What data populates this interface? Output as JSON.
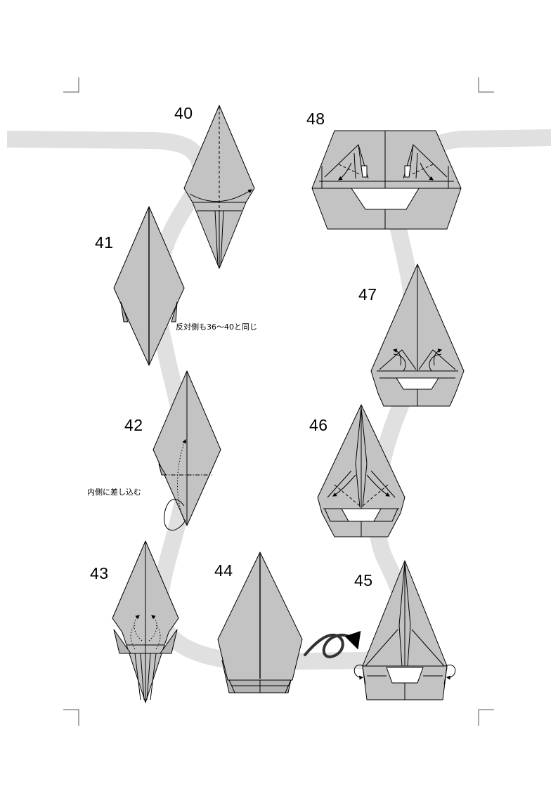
{
  "steps": [
    {
      "id": "40",
      "label": "40"
    },
    {
      "id": "41",
      "label": "41"
    },
    {
      "id": "42",
      "label": "42"
    },
    {
      "id": "43",
      "label": "43"
    },
    {
      "id": "44",
      "label": "44"
    },
    {
      "id": "45",
      "label": "45"
    },
    {
      "id": "46",
      "label": "46"
    },
    {
      "id": "47",
      "label": "47"
    },
    {
      "id": "48",
      "label": "48"
    }
  ],
  "notes": {
    "repeat_other_side": "反対側も36～40と同じ",
    "tuck_inside": "内側に差し込む"
  },
  "colors": {
    "paper": "#c3c3c3",
    "path_band": "#e0e0e0",
    "line": "#000000"
  },
  "icons": {
    "turn_over": "turn-over-loop-icon",
    "fold_arrow": "curved-arrow-icon"
  }
}
